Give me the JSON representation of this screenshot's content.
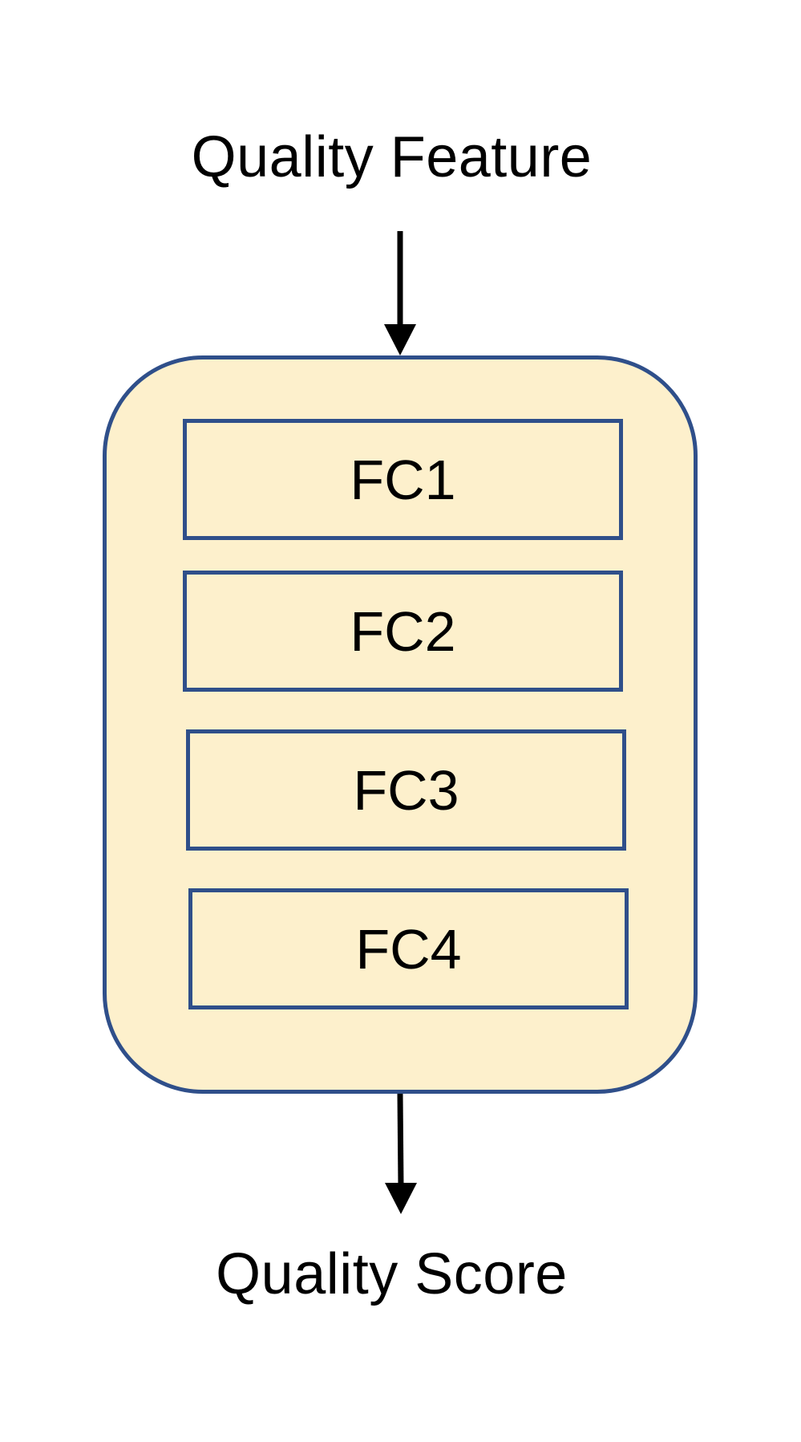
{
  "input_label": "Quality Feature",
  "output_label": "Quality Score",
  "layers": [
    {
      "label": "FC1"
    },
    {
      "label": "FC2"
    },
    {
      "label": "FC3"
    },
    {
      "label": "FC4"
    }
  ],
  "colors": {
    "container_fill": "#fdf0cc",
    "border": "#2f4f8a",
    "arrow": "#000000"
  }
}
